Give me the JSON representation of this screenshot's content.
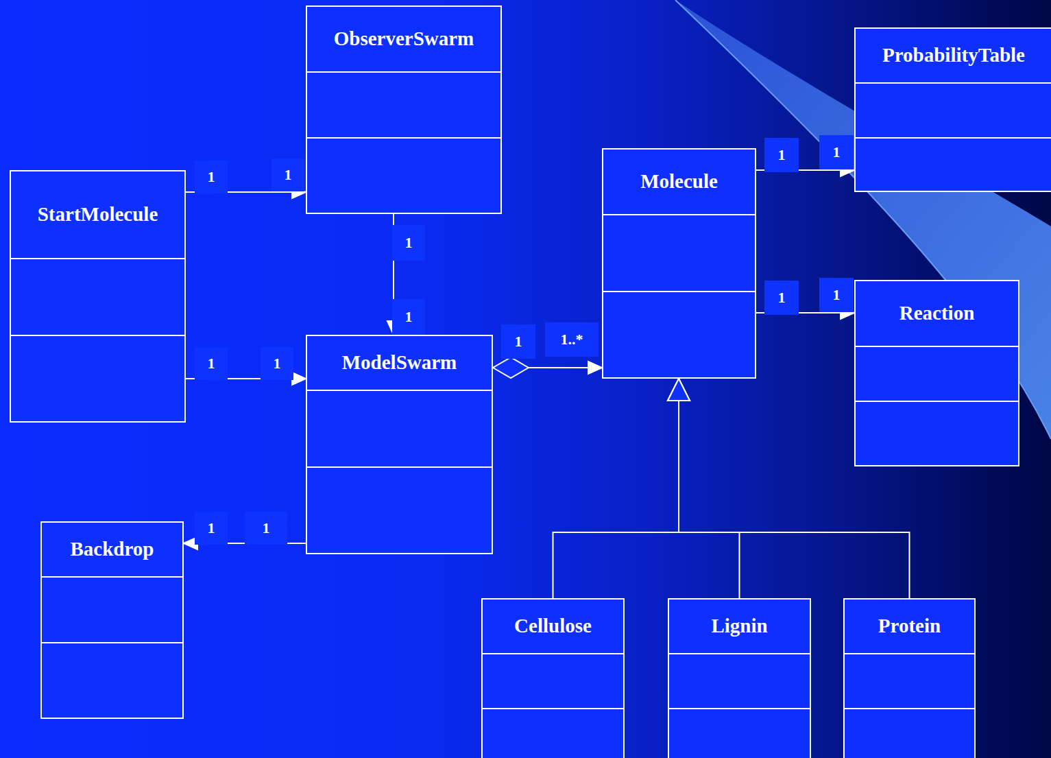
{
  "diagram": {
    "nodes": [
      {
        "text": [
          "ObserverSwarm"
        ]
      },
      {
        "text": [
          "ProbabilityTable"
        ]
      },
      {
        "text": [
          "Molecule"
        ]
      },
      {
        "text": [
          "StartMolecule"
        ]
      },
      {
        "text": [
          "Reaction"
        ]
      },
      {
        "text": [
          "ModelSwarm"
        ]
      },
      {
        "text": [
          "Backdrop"
        ]
      },
      {
        "text": [
          "Cellulose"
        ]
      },
      {
        "text": [
          "Lignin"
        ]
      },
      {
        "text": [
          "Protein"
        ]
      }
    ],
    "edges": [
      {
        "from": 3,
        "to": 0,
        "arrow": "to"
      },
      {
        "from": 3,
        "to": 5,
        "arrow": "to"
      },
      {
        "from": 0,
        "to": 5,
        "arrow": "to"
      },
      {
        "from": 5,
        "to": 2,
        "arrow": "to"
      },
      {
        "from": 5,
        "to": 6,
        "arrow": "to"
      },
      {
        "from": 2,
        "to": 1,
        "arrow": "to"
      },
      {
        "from": 2,
        "to": 4,
        "arrow": "to"
      },
      {
        "from": 7,
        "to": 2,
        "arrow": "to"
      },
      {
        "from": 8,
        "to": 2,
        "arrow": "to"
      },
      {
        "from": 9,
        "to": 2,
        "arrow": "to"
      }
    ],
    "labels": [
      "1",
      "1",
      "1",
      "1",
      "1",
      "1",
      "1",
      "1",
      "1",
      "1",
      "1",
      "1..*",
      "1",
      "1"
    ]
  }
}
